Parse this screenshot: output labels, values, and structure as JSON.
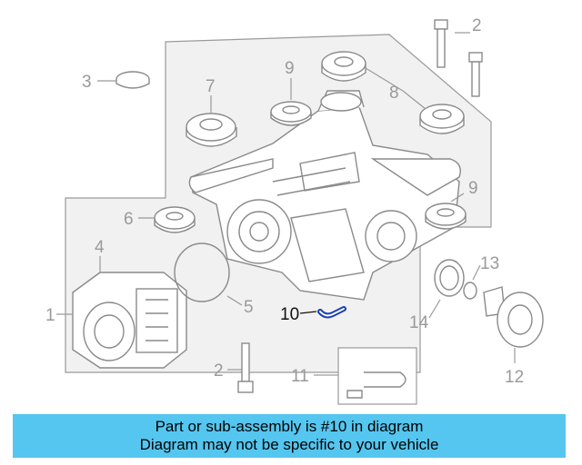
{
  "callouts": {
    "c1": "1",
    "c2a": "2",
    "c2b": "2",
    "c3": "3",
    "c4": "4",
    "c5": "5",
    "c6": "6",
    "c7": "7",
    "c8": "8",
    "c9a": "9",
    "c9b": "9",
    "c10": "10",
    "c11": "11",
    "c12": "12",
    "c13": "13",
    "c14": "14"
  },
  "banner": {
    "line1": "Part or sub-assembly is #10 in diagram",
    "line2": "Diagram may not be specific to your vehicle",
    "color": "#55c6ef"
  },
  "colors": {
    "line": "#9a9a9a",
    "highlight": "#1a3fb5",
    "panel": "#f1f1f1"
  }
}
